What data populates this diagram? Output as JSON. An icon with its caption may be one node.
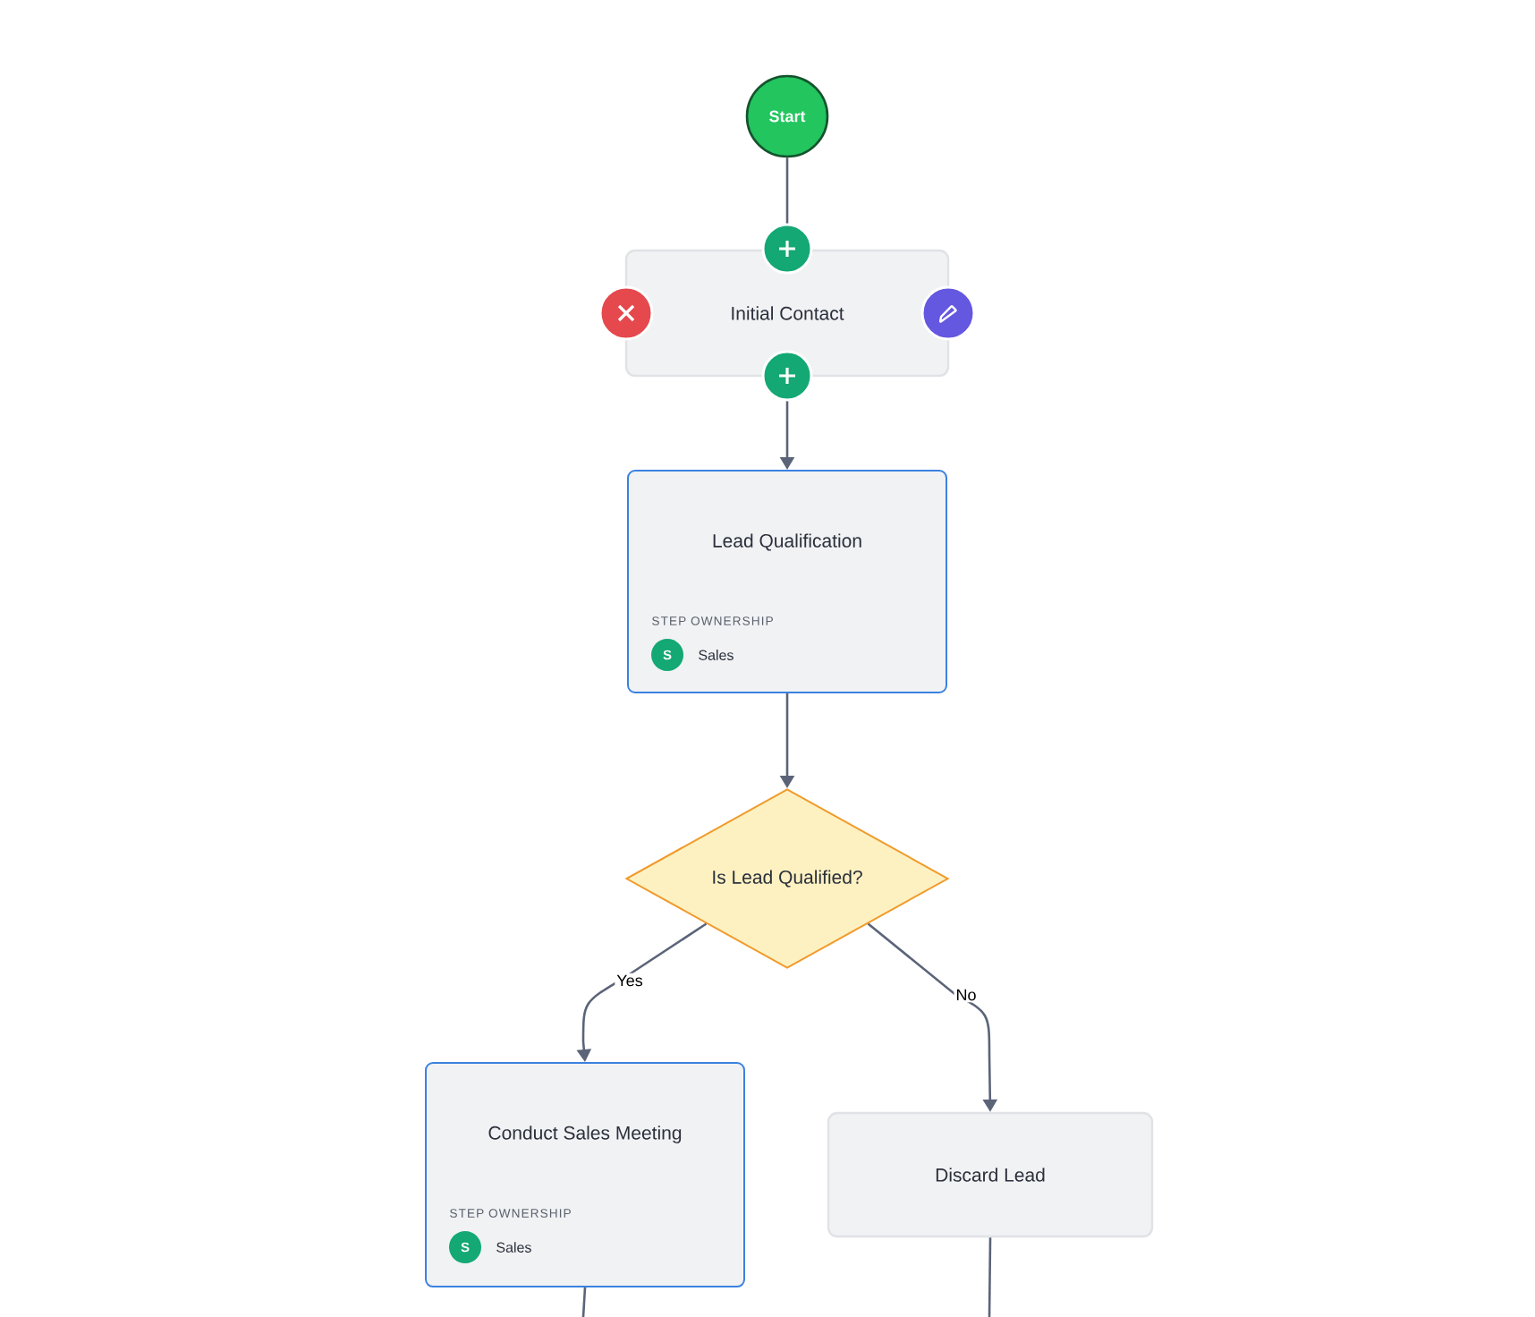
{
  "diagram": {
    "nodes": [
      {
        "text": [
          "Start"
        ]
      },
      {
        "text": [
          "Initial Contact"
        ]
      },
      {
        "text": [
          "Lead Qualification",
          "STEP OWNERSHIP",
          "Sales"
        ]
      },
      {
        "text": [
          "S"
        ],
        "in": 2
      },
      {
        "text": [
          "Is Lead Qualified?"
        ]
      },
      {
        "text": [
          "Conduct Sales Meeting",
          "STEP OWNERSHIP",
          "Sales"
        ]
      },
      {
        "text": [
          "S"
        ],
        "in": 5
      },
      {
        "text": [
          "Discard Lead"
        ]
      }
    ],
    "edges": [
      {
        "from": 0,
        "to": 1,
        "arrow": "none"
      },
      {
        "from": 1,
        "to": 2,
        "arrow": "to"
      },
      {
        "from": 2,
        "to": 4,
        "arrow": "to"
      },
      {
        "from": 4,
        "to": 5,
        "arrow": "to",
        "label": "Yes"
      },
      {
        "from": 4,
        "to": 7,
        "arrow": "to",
        "label": "No"
      },
      {
        "from": 5,
        "to": null,
        "arrow": "none"
      },
      {
        "from": 7,
        "to": null,
        "arrow": "none"
      }
    ]
  }
}
